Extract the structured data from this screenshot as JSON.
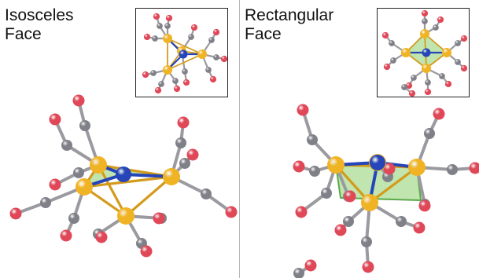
{
  "figure": {
    "panels": [
      {
        "label_line1": "Isosceles",
        "label_line2": "Face"
      },
      {
        "label_line1": "Rectangular",
        "label_line2": "Face"
      }
    ]
  },
  "colors": {
    "iron": "#f0b323",
    "nitrogen": "#2545b8",
    "carbon": "#808088",
    "oxygen": "#e04858",
    "bond_metal": "#d49a1c",
    "face_fill": "#8ccf6e",
    "face_edge": "#5aaa48"
  }
}
